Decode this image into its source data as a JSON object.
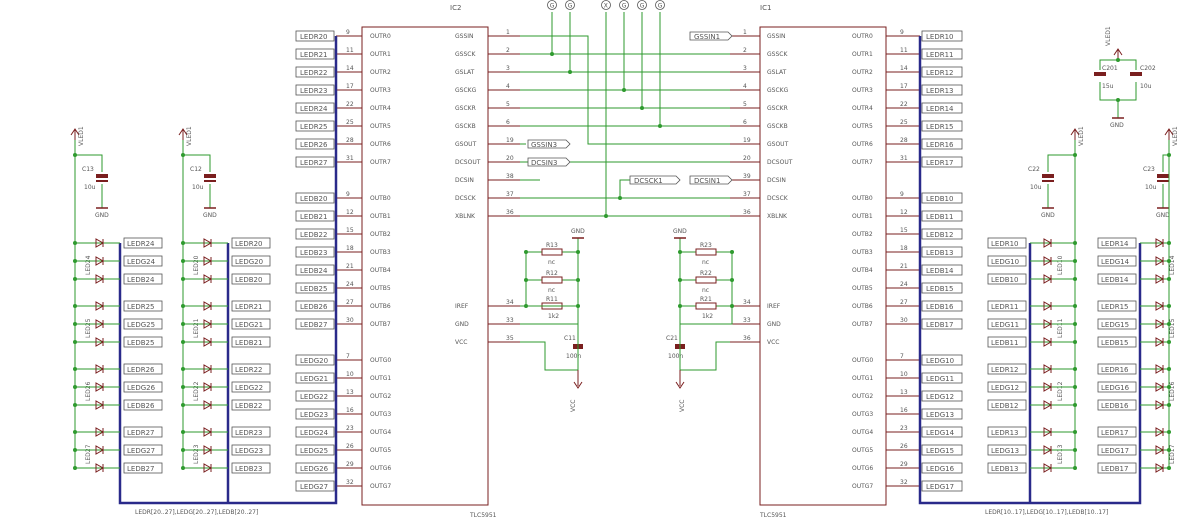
{
  "ic2": {
    "name": "IC2",
    "part": "TLC5951",
    "left_pins": [
      {
        "num": "9",
        "name": "OUTR0",
        "net": "LEDR20"
      },
      {
        "num": "11",
        "name": "OUTR1",
        "net": "LEDR21"
      },
      {
        "num": "14",
        "name": "OUTR2",
        "net": "LEDR22"
      },
      {
        "num": "17",
        "name": "OUTR3",
        "net": "LEDR23"
      },
      {
        "num": "22",
        "name": "OUTR4",
        "net": "LEDR24"
      },
      {
        "num": "25",
        "name": "OUTR5",
        "net": "LEDR25"
      },
      {
        "num": "28",
        "name": "OUTR6",
        "net": "LEDR26"
      },
      {
        "num": "31",
        "name": "OUTR7",
        "net": "LEDR27"
      },
      {
        "num": "9",
        "name": "OUTB0",
        "net": "LEDB20"
      },
      {
        "num": "12",
        "name": "OUTB1",
        "net": "LEDB21"
      },
      {
        "num": "15",
        "name": "OUTB2",
        "net": "LEDB22"
      },
      {
        "num": "18",
        "name": "OUTB3",
        "net": "LEDB23"
      },
      {
        "num": "21",
        "name": "OUTB4",
        "net": "LEDB24"
      },
      {
        "num": "24",
        "name": "OUTB5",
        "net": "LEDB25"
      },
      {
        "num": "27",
        "name": "OUTB6",
        "net": "LEDB26"
      },
      {
        "num": "30",
        "name": "OUTB7",
        "net": "LEDB27"
      },
      {
        "num": "7",
        "name": "OUTG0",
        "net": "LEDG20"
      },
      {
        "num": "10",
        "name": "OUTG1",
        "net": "LEDG21"
      },
      {
        "num": "13",
        "name": "OUTG2",
        "net": "LEDG22"
      },
      {
        "num": "16",
        "name": "OUTG3",
        "net": "LEDG23"
      },
      {
        "num": "23",
        "name": "OUTG4",
        "net": "LEDG24"
      },
      {
        "num": "26",
        "name": "OUTG5",
        "net": "LEDG25"
      },
      {
        "num": "29",
        "name": "OUTG6",
        "net": "LEDG26"
      },
      {
        "num": "32",
        "name": "OUTG7",
        "net": "LEDG27"
      }
    ],
    "right_pins": [
      {
        "num": "1",
        "name": "GSSIN"
      },
      {
        "num": "2",
        "name": "GSSCK"
      },
      {
        "num": "3",
        "name": "GSLAT"
      },
      {
        "num": "4",
        "name": "GSCKG"
      },
      {
        "num": "5",
        "name": "GSCKR"
      },
      {
        "num": "6",
        "name": "GSCKB"
      },
      {
        "num": "19",
        "name": "GSOUT"
      },
      {
        "num": "20",
        "name": "DCSOUT"
      },
      {
        "num": "38",
        "name": "DCSIN"
      },
      {
        "num": "37",
        "name": "DCSCK"
      },
      {
        "num": "36",
        "name": "XBLNK"
      },
      {
        "num": "34",
        "name": "IREF"
      },
      {
        "num": "33",
        "name": "GND"
      },
      {
        "num": "35",
        "name": "VCC"
      }
    ]
  },
  "ic1": {
    "name": "IC1",
    "part": "TLC5951",
    "left_pins": [
      {
        "num": "1",
        "name": "GSSIN"
      },
      {
        "num": "2",
        "name": "GSSCK"
      },
      {
        "num": "3",
        "name": "GSLAT"
      },
      {
        "num": "4",
        "name": "GSCKG"
      },
      {
        "num": "5",
        "name": "GSCKR"
      },
      {
        "num": "6",
        "name": "GSCKB"
      },
      {
        "num": "19",
        "name": "GSOUT"
      },
      {
        "num": "20",
        "name": "DCSOUT"
      },
      {
        "num": "39",
        "name": "DCSIN"
      },
      {
        "num": "37",
        "name": "DCSCK"
      },
      {
        "num": "36",
        "name": "XBLNK"
      },
      {
        "num": "34",
        "name": "IREF"
      },
      {
        "num": "33",
        "name": "GND"
      },
      {
        "num": "36",
        "name": "VCC"
      }
    ],
    "right_pins": [
      {
        "num": "9",
        "name": "OUTR0",
        "net": "LEDR10"
      },
      {
        "num": "11",
        "name": "OUTR1",
        "net": "LEDR11"
      },
      {
        "num": "14",
        "name": "OUTR2",
        "net": "LEDR12"
      },
      {
        "num": "17",
        "name": "OUTR3",
        "net": "LEDR13"
      },
      {
        "num": "22",
        "name": "OUTR4",
        "net": "LEDR14"
      },
      {
        "num": "25",
        "name": "OUTR5",
        "net": "LEDR15"
      },
      {
        "num": "28",
        "name": "OUTR6",
        "net": "LEDR16"
      },
      {
        "num": "31",
        "name": "OUTR7",
        "net": "LEDR17"
      },
      {
        "num": "9",
        "name": "OUTB0",
        "net": "LEDB10"
      },
      {
        "num": "12",
        "name": "OUTB1",
        "net": "LEDB11"
      },
      {
        "num": "15",
        "name": "OUTB2",
        "net": "LEDB12"
      },
      {
        "num": "18",
        "name": "OUTB3",
        "net": "LEDB13"
      },
      {
        "num": "21",
        "name": "OUTB4",
        "net": "LEDB14"
      },
      {
        "num": "24",
        "name": "OUTB5",
        "net": "LEDB15"
      },
      {
        "num": "27",
        "name": "OUTB6",
        "net": "LEDB16"
      },
      {
        "num": "30",
        "name": "OUTB7",
        "net": "LEDB17"
      },
      {
        "num": "7",
        "name": "OUTG0",
        "net": "LEDG10"
      },
      {
        "num": "10",
        "name": "OUTG1",
        "net": "LEDG11"
      },
      {
        "num": "13",
        "name": "OUTG2",
        "net": "LEDG12"
      },
      {
        "num": "16",
        "name": "OUTG3",
        "net": "LEDG13"
      },
      {
        "num": "23",
        "name": "OUTG4",
        "net": "LEDG14"
      },
      {
        "num": "26",
        "name": "OUTG5",
        "net": "LEDG15"
      },
      {
        "num": "29",
        "name": "OUTG6",
        "net": "LEDG16"
      },
      {
        "num": "32",
        "name": "OUTG7",
        "net": "LEDG17"
      }
    ]
  },
  "net_flags": [
    "GSSIN3",
    "DCSIN3",
    "DCSCK1",
    "DCSIN1",
    "GSSIN1"
  ],
  "top_connectors": [
    "G",
    "G",
    "X",
    "G",
    "G",
    "G"
  ],
  "resistors_ic2": [
    {
      "name": "R13",
      "value": "nc"
    },
    {
      "name": "R12",
      "value": "nc"
    },
    {
      "name": "R11",
      "value": "1k2"
    }
  ],
  "resistors_ic1": [
    {
      "name": "R23",
      "value": "nc"
    },
    {
      "name": "R22",
      "value": "nc"
    },
    {
      "name": "R21",
      "value": "1k2"
    }
  ],
  "decoupling": [
    {
      "name": "C11",
      "value": "100n"
    },
    {
      "name": "C21",
      "value": "100n"
    }
  ],
  "supply_caps": [
    {
      "name": "C13",
      "value": "10u"
    },
    {
      "name": "C12",
      "value": "10u"
    },
    {
      "name": "C22",
      "value": "10u"
    },
    {
      "name": "C23",
      "value": "10u"
    }
  ],
  "bulk_caps": [
    {
      "name": "C201",
      "value": "15u"
    },
    {
      "name": "C202",
      "value": "10u"
    }
  ],
  "power": {
    "vled": "VLED1",
    "gnd": "GND",
    "vcc": "VCC"
  },
  "led_columns": {
    "left_a": {
      "leds": [
        "LED24",
        "LED25",
        "LED26",
        "LED27"
      ],
      "rows": [
        [
          "LEDR24",
          "LEDG24",
          "LEDB24"
        ],
        [
          "LEDR25",
          "LEDG25",
          "LEDB25"
        ],
        [
          "LEDR26",
          "LEDG26",
          "LEDB26"
        ],
        [
          "LEDR27",
          "LEDG27",
          "LEDB27"
        ]
      ]
    },
    "left_b": {
      "leds": [
        "LED20",
        "LED21",
        "LED22",
        "LED23"
      ],
      "rows": [
        [
          "LEDR20",
          "LEDG20",
          "LEDB20"
        ],
        [
          "LEDR21",
          "LEDG21",
          "LEDB21"
        ],
        [
          "LEDR22",
          "LEDG22",
          "LEDB22"
        ],
        [
          "LEDR23",
          "LEDG23",
          "LEDB23"
        ]
      ]
    },
    "right_a": {
      "leds": [
        "LED10",
        "LED11",
        "LED12",
        "LED13"
      ],
      "rows": [
        [
          "LEDR10",
          "LEDG10",
          "LEDB10"
        ],
        [
          "LEDR11",
          "LEDG11",
          "LEDB11"
        ],
        [
          "LEDR12",
          "LEDG12",
          "LEDB12"
        ],
        [
          "LEDR13",
          "LEDG13",
          "LEDB13"
        ]
      ]
    },
    "right_b": {
      "leds": [
        "LED14",
        "LED15",
        "LED16",
        "LED17"
      ],
      "rows": [
        [
          "LEDR14",
          "LEDG14",
          "LEDB14"
        ],
        [
          "LEDR15",
          "LEDG15",
          "LEDB15"
        ],
        [
          "LEDR16",
          "LEDG16",
          "LEDB16"
        ],
        [
          "LEDR17",
          "LEDG17",
          "LEDB17"
        ]
      ]
    }
  },
  "bus_labels": {
    "left": "LEDR[20..27],LEDG[20..27],LEDB[20..27]",
    "right": "LEDR[10..17],LEDG[10..17],LEDB[10..17]"
  }
}
